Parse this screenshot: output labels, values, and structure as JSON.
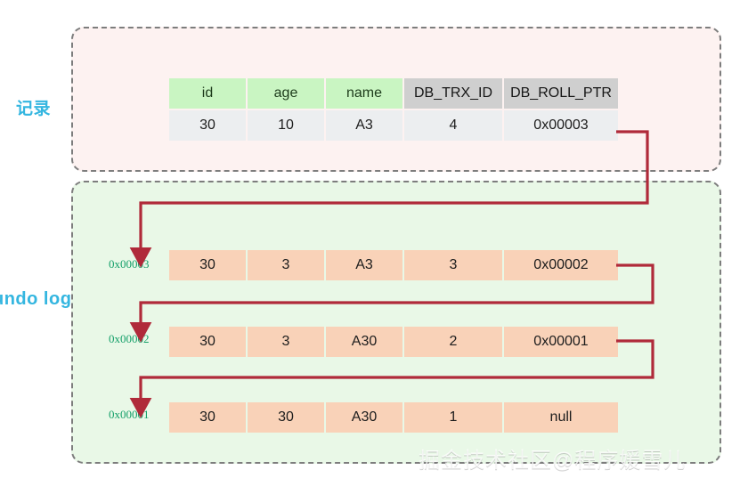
{
  "labels": {
    "record": "记录",
    "undo_log": "undo log"
  },
  "colors": {
    "label_blue": "#34b6e0",
    "header_green": "#c9f5c2",
    "header_gray": "#cfcfcf",
    "undo_cell": "#f9d2b8",
    "record_panel_bg": "#fdf2f1",
    "undo_panel_bg": "#e9f8e7",
    "arrow_red": "#b02a3a",
    "pointer_label": "#16a06a"
  },
  "record": {
    "columns": [
      {
        "label": "id",
        "style": "green"
      },
      {
        "label": "age",
        "style": "green"
      },
      {
        "label": "name",
        "style": "green"
      },
      {
        "label": "DB_TRX_ID",
        "style": "gray"
      },
      {
        "label": "DB_ROLL_PTR",
        "style": "gray"
      }
    ],
    "values": [
      "30",
      "10",
      "A3",
      "4",
      "0x00003"
    ]
  },
  "undo_log": {
    "rows": [
      {
        "address": "0x00003",
        "values": [
          "30",
          "3",
          "A3",
          "3",
          "0x00002"
        ]
      },
      {
        "address": "0x00002",
        "values": [
          "30",
          "3",
          "A30",
          "2",
          "0x00001"
        ]
      },
      {
        "address": "0x00001",
        "values": [
          "30",
          "30",
          "A30",
          "1",
          "null"
        ]
      }
    ]
  },
  "watermark": "掘金技术社区@程序媛雪儿"
}
